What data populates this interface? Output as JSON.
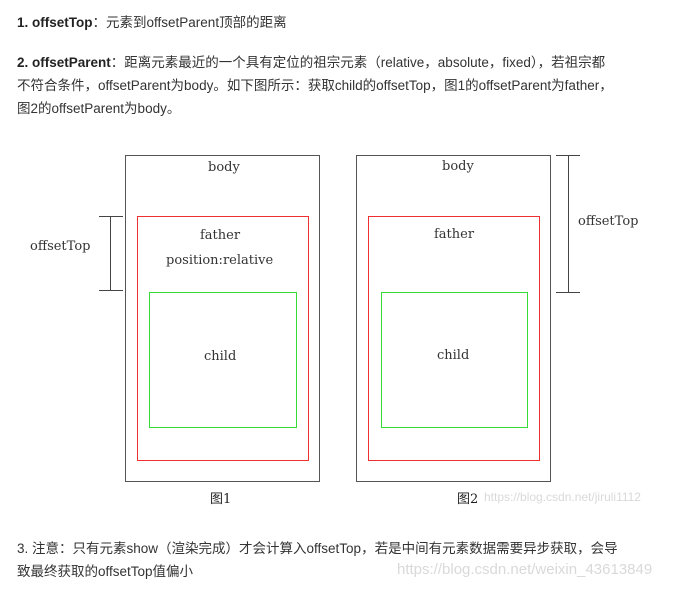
{
  "section1": {
    "number": "1. ",
    "term": "offsetTop",
    "text": "：元素到offsetParent顶部的距离"
  },
  "section2": {
    "number": "2. ",
    "term": "offsetParent",
    "line1_text": "：距离元素最近的一个具有定位的祖宗元素（relative，absolute，fixed），若祖宗都",
    "line2_text": "不符合条件，offsetParent为body。如下图所示：获取child的offsetTop，图1的offsetParent为father，",
    "line3_text": "图2的offsetParent为body。"
  },
  "figure1": {
    "body_label": "body",
    "father_label": "father",
    "position_label": "position:relative",
    "child_label": "child",
    "offset_label": "offsetTop",
    "caption": "图1"
  },
  "figure2": {
    "body_label": "body",
    "father_label": "father",
    "child_label": "child",
    "offset_label": "offsetTop",
    "caption": "图2"
  },
  "section3": {
    "line1": "3. 注意：只有元素show（渲染完成）才会计算入offsetTop，若是中间有元素数据需要异步获取，会导",
    "line2": "致最终获取的offsetTop值偏小"
  },
  "watermarks": {
    "figure": "https://blog.csdn.net/jiruli1112",
    "page": "https://blog.csdn.net/weixin_43613849"
  },
  "colors": {
    "body_border": "#555555",
    "father_border": "#ee3030",
    "child_border": "#33dd33",
    "text": "#333333",
    "watermark": "#d9d9d9"
  }
}
